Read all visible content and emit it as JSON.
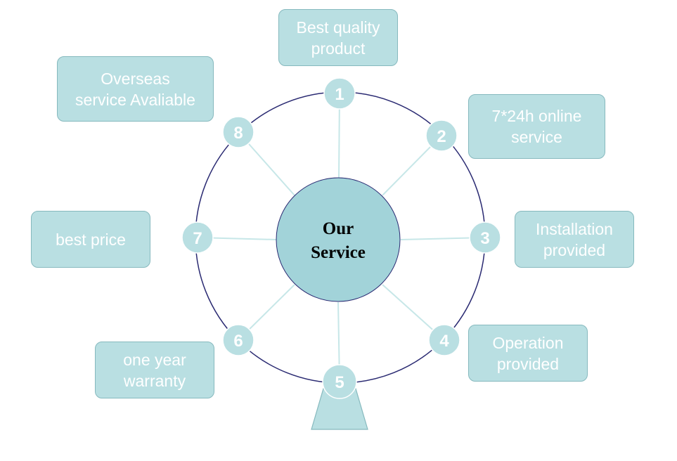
{
  "center": {
    "label_line1": "Our",
    "label_line2": "Service"
  },
  "nodes": [
    {
      "number": "1",
      "label_lines": [
        "Best quality",
        "product"
      ]
    },
    {
      "number": "2",
      "label_lines": [
        "7*24h online",
        "service"
      ]
    },
    {
      "number": "3",
      "label_lines": [
        "Installation",
        "provided"
      ]
    },
    {
      "number": "4",
      "label_lines": [
        "Operation",
        "provided"
      ]
    },
    {
      "number": "5",
      "label_lines": []
    },
    {
      "number": "6",
      "label_lines": [
        "one year",
        "warranty"
      ]
    },
    {
      "number": "7",
      "label_lines": [
        "best price"
      ]
    },
    {
      "number": "8",
      "label_lines": [
        "Overseas",
        "service Avaliable"
      ]
    }
  ],
  "colors": {
    "fill": "#b9dfe2",
    "fill_dark": "#a2d3d9",
    "outline": "#86b9be",
    "ring": "#2a2a72",
    "spoke": "#c7e7e8",
    "text_light": "#ffffff",
    "text_dark": "#000000"
  }
}
